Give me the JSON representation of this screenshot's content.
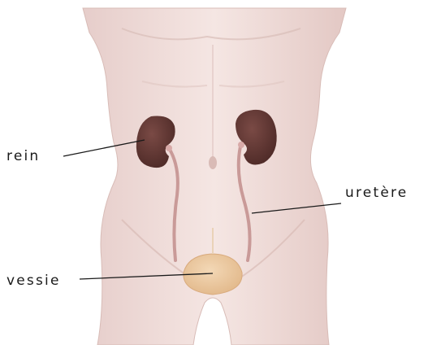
{
  "labels": {
    "kidney": "rein",
    "ureter": "uretère",
    "bladder": "vessie"
  },
  "colors": {
    "skin": "#f1dcd9",
    "skin_shadow": "#dcbdb8",
    "kidney": "#5e3632",
    "ureter": "#c99a98",
    "bladder": "#ecc9a0",
    "leader_line": "#1a1a1a"
  }
}
